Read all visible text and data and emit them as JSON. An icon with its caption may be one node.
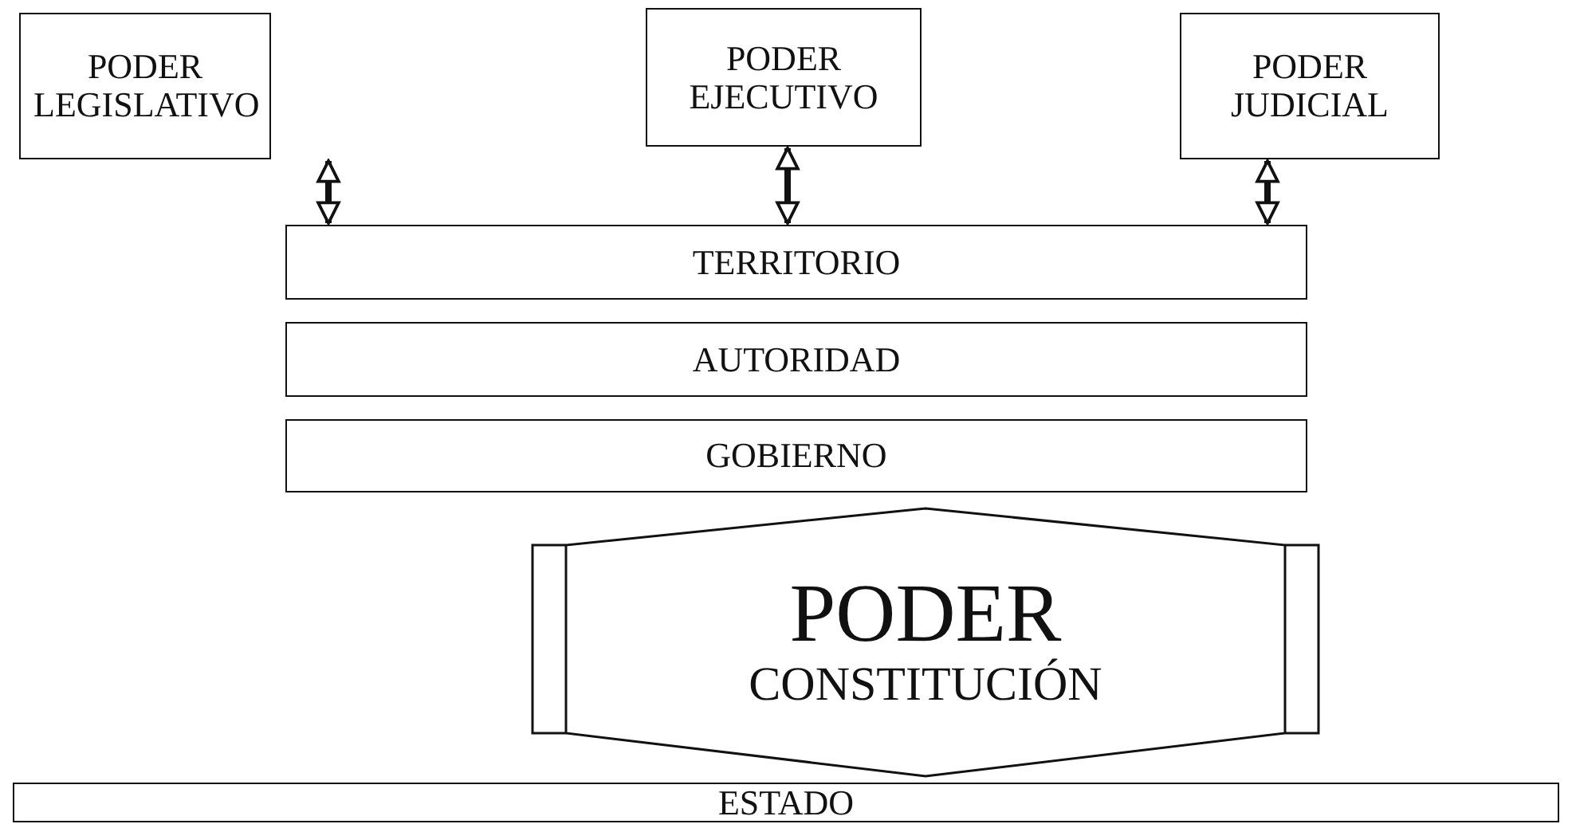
{
  "diagram": {
    "nodes": [
      {
        "text": [
          "PODER LEGISLATIVO"
        ]
      },
      {
        "text": [
          "PODER EJECUTIVO"
        ]
      },
      {
        "text": [
          "PODER JUDICIAL"
        ]
      },
      {
        "text": [
          "TERRITORIO"
        ]
      },
      {
        "text": [
          "AUTORIDAD"
        ]
      },
      {
        "text": [
          "GOBIERNO"
        ]
      },
      {
        "text": [
          "PODER",
          "CONSTITUCIÓN"
        ]
      },
      {
        "text": [
          "ESTADO"
        ]
      }
    ],
    "edges": [
      {
        "from": 0,
        "to": 3,
        "arrow": "both"
      },
      {
        "from": 1,
        "to": 3,
        "arrow": "both"
      },
      {
        "from": 2,
        "to": 3,
        "arrow": "both"
      }
    ]
  }
}
